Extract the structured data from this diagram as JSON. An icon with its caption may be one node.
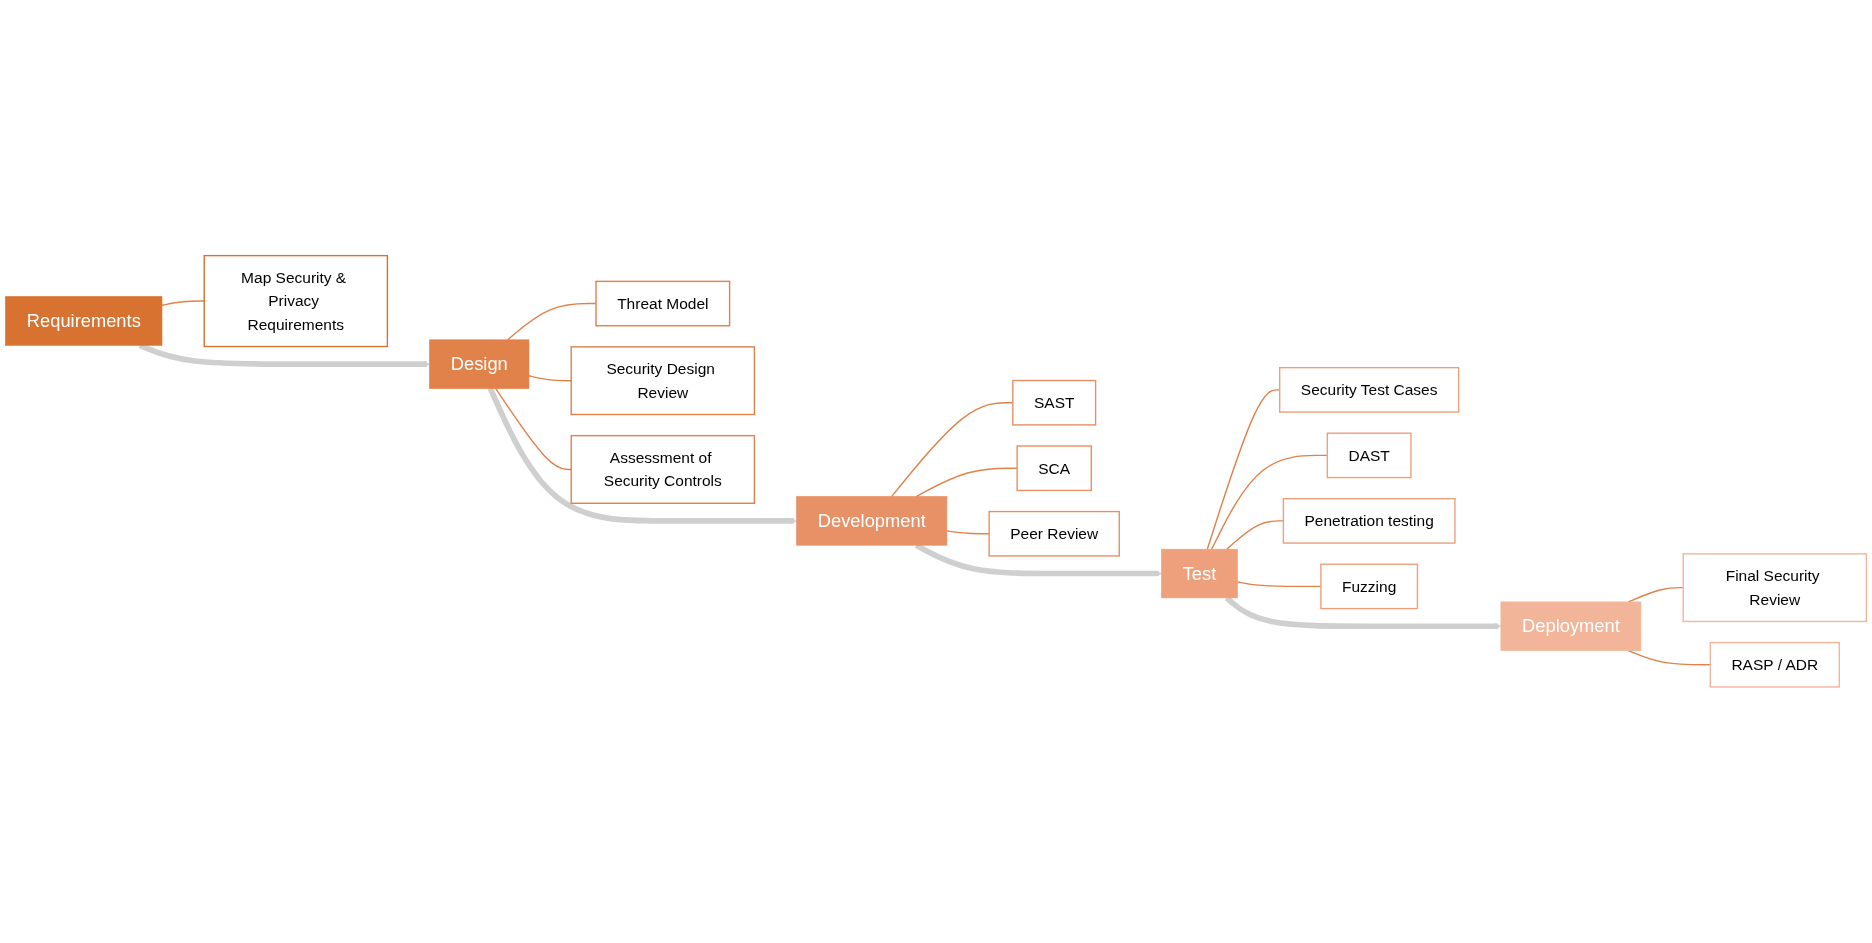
{
  "diagram": {
    "nodes": [
      {
        "text": [
          "Requirements"
        ]
      },
      {
        "text": [
          "Map Security & Privacy Requirements"
        ]
      },
      {
        "text": [
          "Design"
        ]
      },
      {
        "text": [
          "Threat Model"
        ]
      },
      {
        "text": [
          "Security Design Review"
        ]
      },
      {
        "text": [
          "Assessment of Security Controls"
        ]
      },
      {
        "text": [
          "Development"
        ]
      },
      {
        "text": [
          "SAST"
        ]
      },
      {
        "text": [
          "SCA"
        ]
      },
      {
        "text": [
          "Peer Review"
        ]
      },
      {
        "text": [
          "Test"
        ]
      },
      {
        "text": [
          "Security Test Cases"
        ]
      },
      {
        "text": [
          "DAST"
        ]
      },
      {
        "text": [
          "Penetration testing"
        ]
      },
      {
        "text": [
          "Fuzzing"
        ]
      },
      {
        "text": [
          "Deployment"
        ]
      },
      {
        "text": [
          "Final Security Review"
        ]
      },
      {
        "text": [
          "RASP / ADR"
        ]
      }
    ],
    "edges": [
      {
        "from": 0,
        "to": 2,
        "arrow": "to",
        "style": "thick",
        "color": "#cfcfcf"
      },
      {
        "from": 2,
        "to": 6,
        "arrow": "to",
        "style": "thick",
        "color": "#cfcfcf"
      },
      {
        "from": 6,
        "to": 10,
        "arrow": "to",
        "style": "thick",
        "color": "#cfcfcf"
      },
      {
        "from": 10,
        "to": 15,
        "arrow": "to",
        "style": "thick",
        "color": "#cfcfcf"
      },
      {
        "from": 0,
        "to": 1,
        "arrow": "none"
      },
      {
        "from": 2,
        "to": 3,
        "arrow": "none"
      },
      {
        "from": 2,
        "to": 4,
        "arrow": "none"
      },
      {
        "from": 2,
        "to": 5,
        "arrow": "none"
      },
      {
        "from": 6,
        "to": 7,
        "arrow": "none"
      },
      {
        "from": 6,
        "to": 8,
        "arrow": "none"
      },
      {
        "from": 6,
        "to": 9,
        "arrow": "none"
      },
      {
        "from": 10,
        "to": 11,
        "arrow": "none"
      },
      {
        "from": 10,
        "to": 12,
        "arrow": "none"
      },
      {
        "from": 10,
        "to": 13,
        "arrow": "none"
      },
      {
        "from": 10,
        "to": 14,
        "arrow": "none"
      },
      {
        "from": 15,
        "to": 16,
        "arrow": "none"
      },
      {
        "from": 15,
        "to": 17,
        "arrow": "none"
      }
    ]
  }
}
